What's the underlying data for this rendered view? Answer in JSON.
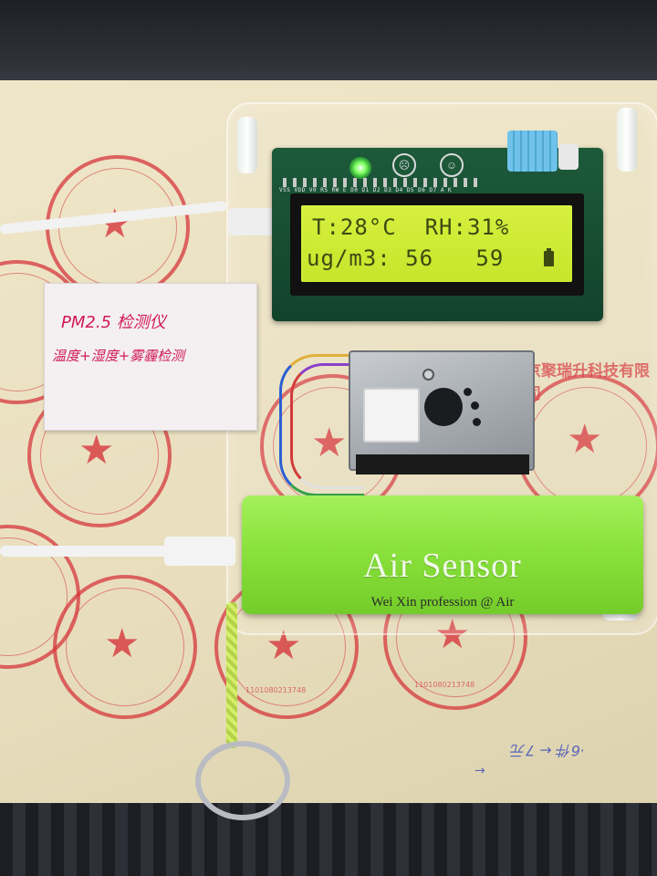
{
  "lcd": {
    "line1": "T:28°C  RH:31%",
    "line2": "ug/m3: 56   59"
  },
  "lip_card": {
    "line1": "PM2.5 检测仪",
    "line2": "温度+湿度+雾霾检测"
  },
  "power_bank": {
    "title": "Air Sensor",
    "subtitle": "Wei Xin profession @ Air"
  },
  "pcb": {
    "pin_labels": "VSS VDD V0 RS RW E D0 D1 D2 D3 D4 D5 D6 D7 A K"
  },
  "stamps": {
    "seal_text": "北京聚瑞升科技有限公司",
    "seal_number": "1101080213748"
  },
  "handwriting": {
    "line1": "←",
    "line2": "·6件 ← 7元"
  },
  "colors": {
    "lcd_backlight": "#d6f03e",
    "power_bank_green": "#8be23c",
    "stamp_red": "#d6373c",
    "pcb_green": "#1d5a3a"
  },
  "icons": {
    "battery": "battery-icon",
    "star": "star-icon",
    "led": "power-led-icon"
  }
}
